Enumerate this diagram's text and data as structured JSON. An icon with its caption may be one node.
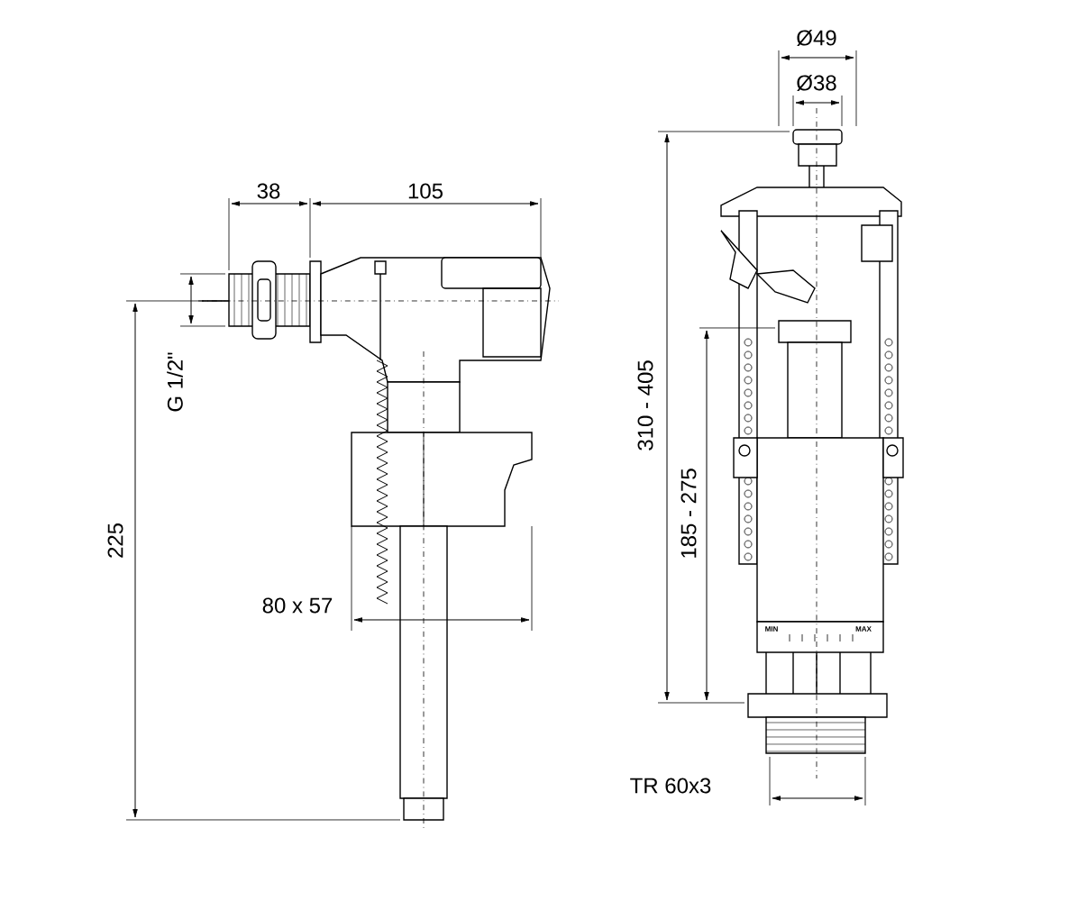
{
  "diagram": {
    "labels": [
      "Ø49",
      "Ø38",
      "38",
      "105",
      "G 1/2\"",
      "310 - 405",
      "225",
      "185 - 275",
      "80 x 57",
      "MIN",
      "MAX",
      "TR 60x3"
    ]
  }
}
